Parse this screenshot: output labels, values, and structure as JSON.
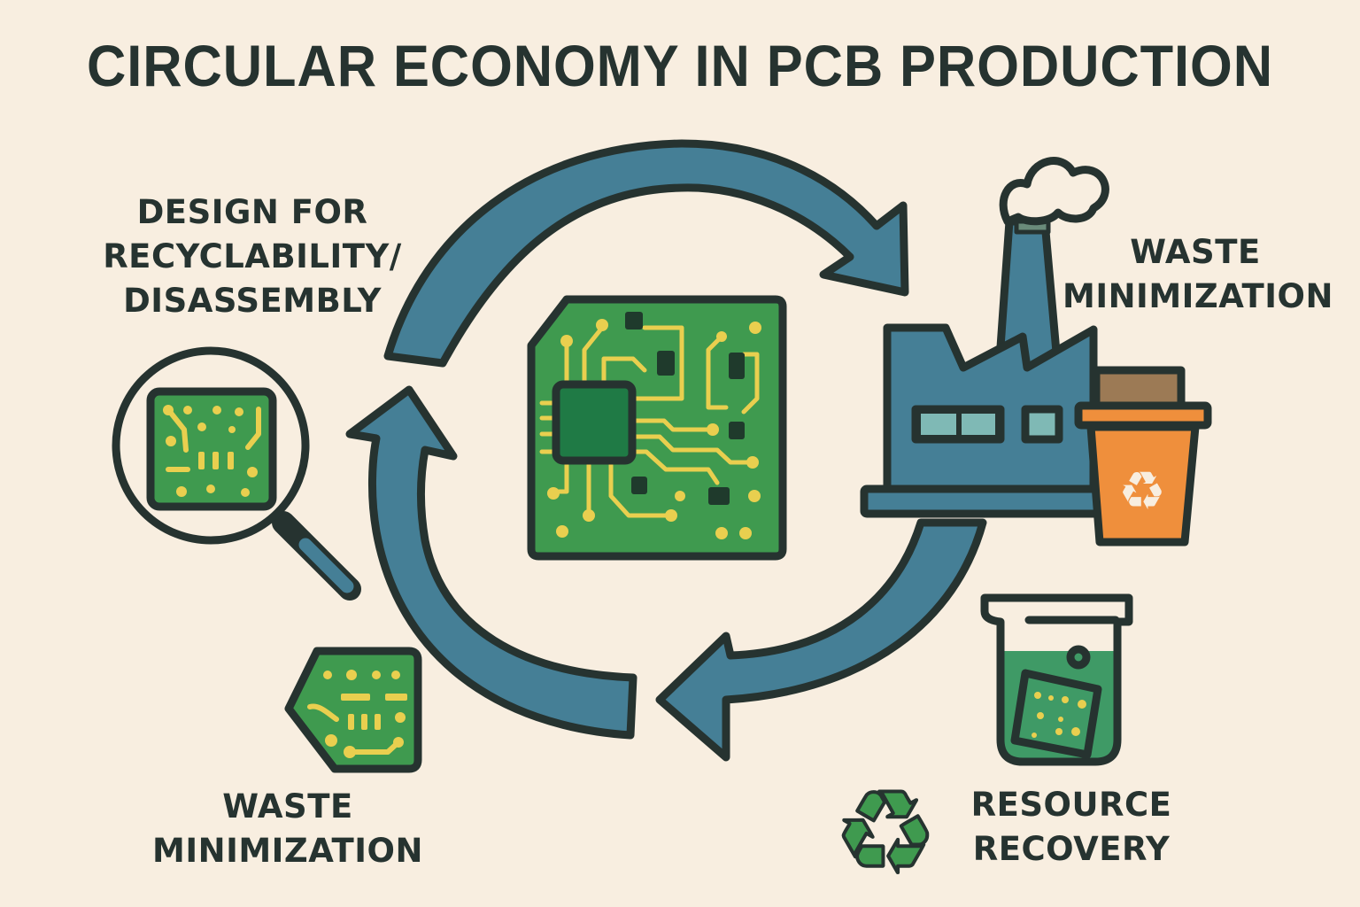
{
  "title": "CIRCULAR ECONOMY IN PCB PRODUCTION",
  "labels": {
    "design": [
      "DESIGN FOR",
      "RECYCLABILITY/",
      "DISASSEMBLY"
    ],
    "waste_top": [
      "WASTE",
      "MINIMIZATION"
    ],
    "waste_bottom": [
      "WASTE",
      "MINIMIZATION"
    ],
    "resource": [
      "RESOURCE",
      "RECOVERY"
    ]
  },
  "icons": {
    "center": "pcb-board-icon",
    "cycle": "circular-arrows-icon",
    "top_left": "magnifying-glass-pcb-icon",
    "top_right": "factory-icon",
    "bin": "recycling-bin-icon",
    "bottom_left": "pcb-fragment-icon",
    "bottom_right_beaker": "beaker-pcb-icon",
    "bottom_right_recycle": "recycle-symbol-icon"
  },
  "colors": {
    "background": "#f8eee0",
    "outline": "#263330",
    "arrow_blue": "#457f96",
    "pcb_green": "#3f9a4f",
    "chip_green": "#1f7a45",
    "trace_yellow": "#e9cf4f",
    "bin_orange": "#ef8f3c",
    "liquid_green": "#3f9a66",
    "window_teal": "#7fb9b5"
  }
}
